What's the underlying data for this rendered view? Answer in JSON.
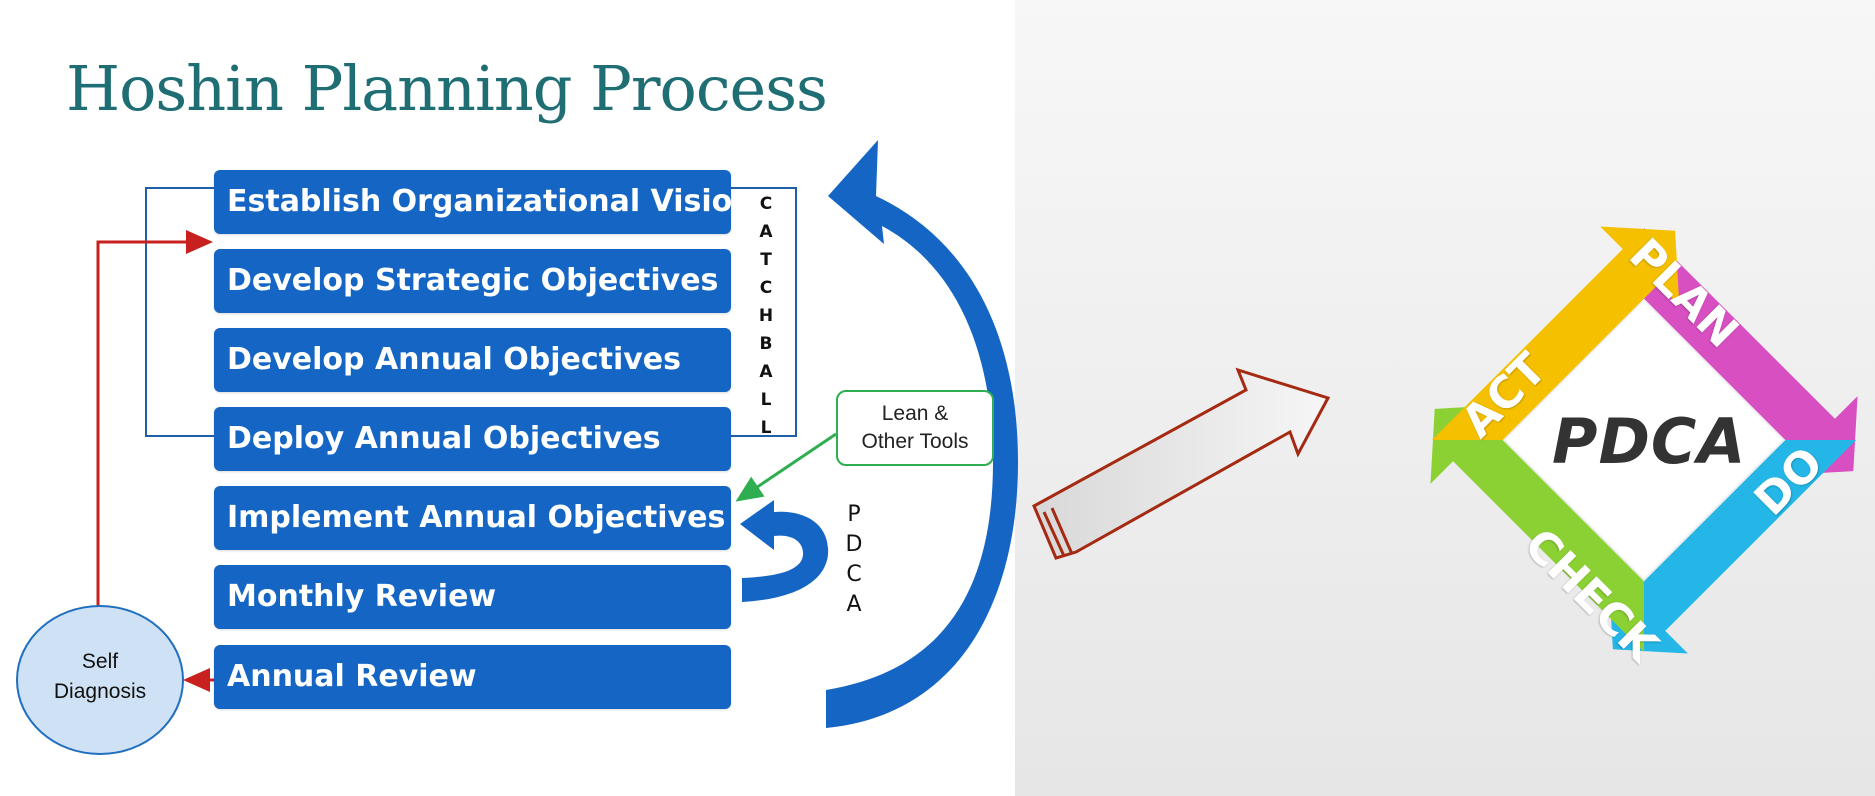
{
  "title": "Hoshin Planning Process",
  "steps": [
    "Establish Organizational Vision",
    "Develop Strategic Objectives",
    "Develop Annual Objectives",
    "Deploy Annual Objectives",
    "Implement Annual Objectives",
    "Monthly Review",
    "Annual Review"
  ],
  "catchball": [
    "C",
    "A",
    "T",
    "C",
    "H",
    "B",
    "A",
    "L",
    "L"
  ],
  "pdca_side": [
    "P",
    "D",
    "C",
    "A"
  ],
  "lean_tools": [
    "Lean &",
    "Other Tools"
  ],
  "self_diagnosis": [
    "Self",
    "Diagnosis"
  ],
  "cycle": {
    "center": "PDCA",
    "plan": "PLAN",
    "do": "DO",
    "check": "CHECK",
    "act": "ACT"
  },
  "colors": {
    "title": "#1f6e74",
    "step_box": "#1566c4",
    "lean_border": "#2fae51",
    "feedback_arrow": "#c8201e",
    "plan": "#d84fc2",
    "do": "#23b6e6",
    "check": "#8cd134",
    "act": "#f5c000"
  }
}
